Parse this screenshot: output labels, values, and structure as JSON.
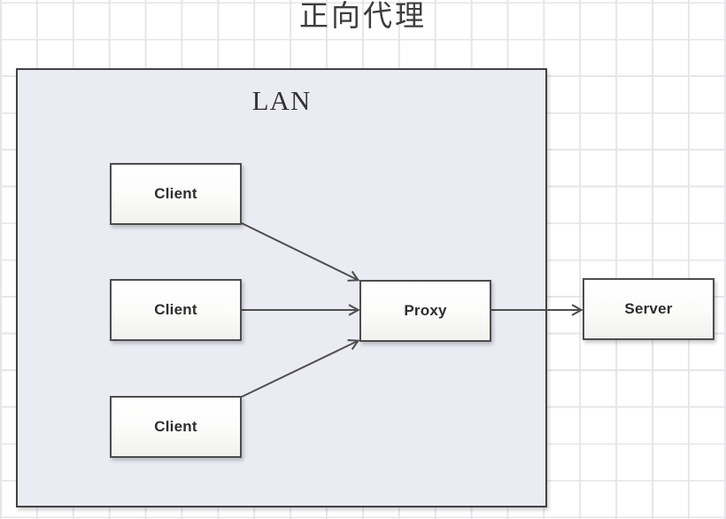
{
  "title": "正向代理",
  "diagram": {
    "container_label": "LAN",
    "nodes": [
      {
        "id": "client-1",
        "label": "Client"
      },
      {
        "id": "client-2",
        "label": "Client"
      },
      {
        "id": "client-3",
        "label": "Client"
      },
      {
        "id": "proxy",
        "label": "Proxy"
      },
      {
        "id": "server",
        "label": "Server"
      }
    ],
    "edges": [
      {
        "from": "client-1",
        "to": "proxy"
      },
      {
        "from": "client-2",
        "to": "proxy"
      },
      {
        "from": "client-3",
        "to": "proxy"
      },
      {
        "from": "proxy",
        "to": "server"
      }
    ],
    "colors": {
      "lan_fill": "#ebebf4",
      "lan_border": "#424242",
      "node_fill": "#fbfbfa",
      "node_border": "#4d4d4d",
      "arrow": "#4f4f4f",
      "grid_line": "#e6e6e8",
      "text": "#2d2d2d"
    }
  }
}
